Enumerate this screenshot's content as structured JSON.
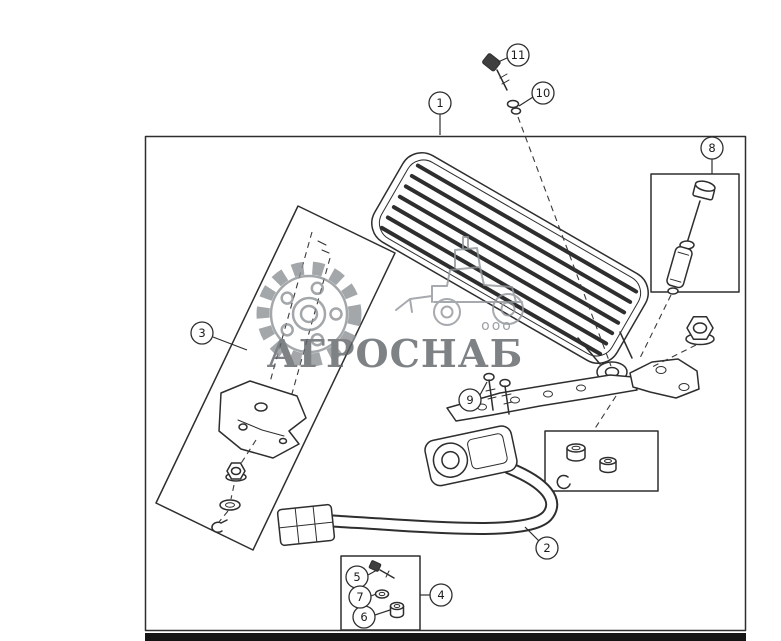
{
  "watermark": {
    "prefix": "ооо",
    "name": "АГРОСНАБ"
  },
  "callouts": {
    "c1": "1",
    "c2": "2",
    "c3": "3",
    "c4": "4",
    "c5": "5",
    "c6": "6",
    "c7": "7",
    "c8": "8",
    "c9": "9",
    "c10": "10",
    "c11": "11"
  },
  "colors": {
    "line": "#2e2e2e",
    "background": "#ffffff",
    "watermark_gray": "#8d9296",
    "watermark_text": "#5f6367"
  },
  "icons": {
    "watermark_logo": "gear-icon",
    "watermark_vehicle": "tractor-icon"
  }
}
